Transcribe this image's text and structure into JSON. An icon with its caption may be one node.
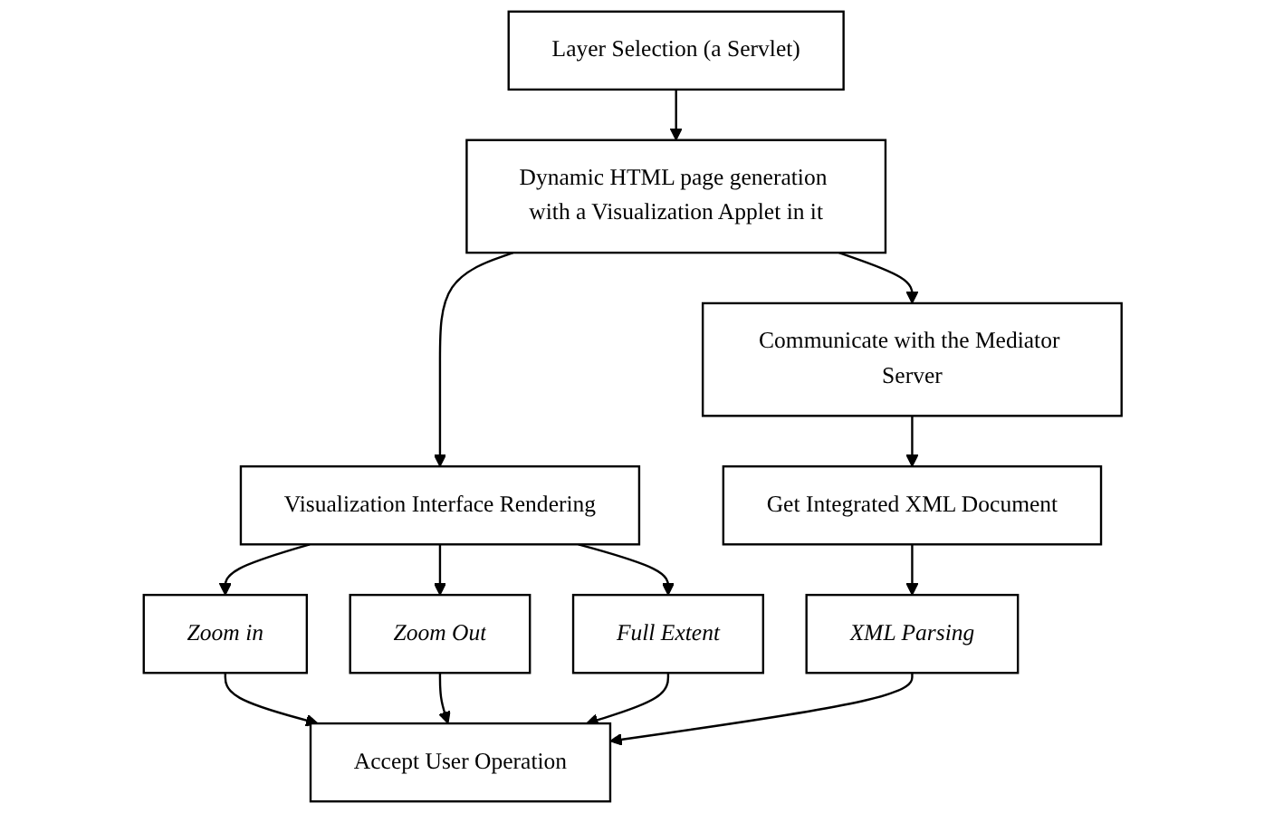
{
  "diagram": {
    "nodes": [
      {
        "text": [
          "Layer Selection (a Servlet)"
        ]
      },
      {
        "text": [
          "Dynamic HTML page generation with a Visualization Applet in it"
        ]
      },
      {
        "text": [
          "Visualization Interface Rendering"
        ]
      },
      {
        "text": [
          "Communicate with the Mediator Server"
        ]
      },
      {
        "text": [
          "Zoom in"
        ]
      },
      {
        "text": [
          "Zoom Out"
        ]
      },
      {
        "text": [
          "Full Extent"
        ]
      },
      {
        "text": [
          "Get Integrated XML Document"
        ]
      },
      {
        "text": [
          "XML Parsing"
        ]
      },
      {
        "text": [
          "Accept User Operation"
        ]
      }
    ],
    "edges": [
      {
        "from": 0,
        "to": 1,
        "arrow": "to"
      },
      {
        "from": 1,
        "to": 2,
        "arrow": "to"
      },
      {
        "from": 1,
        "to": 3,
        "arrow": "to"
      },
      {
        "from": 2,
        "to": 4,
        "arrow": "to"
      },
      {
        "from": 2,
        "to": 5,
        "arrow": "to"
      },
      {
        "from": 2,
        "to": 6,
        "arrow": "to"
      },
      {
        "from": 3,
        "to": 7,
        "arrow": "to"
      },
      {
        "from": 7,
        "to": 8,
        "arrow": "to"
      },
      {
        "from": 4,
        "to": 9,
        "arrow": "to"
      },
      {
        "from": 5,
        "to": 9,
        "arrow": "to"
      },
      {
        "from": 6,
        "to": 9,
        "arrow": "to"
      },
      {
        "from": 8,
        "to": 9,
        "arrow": "to"
      }
    ]
  }
}
